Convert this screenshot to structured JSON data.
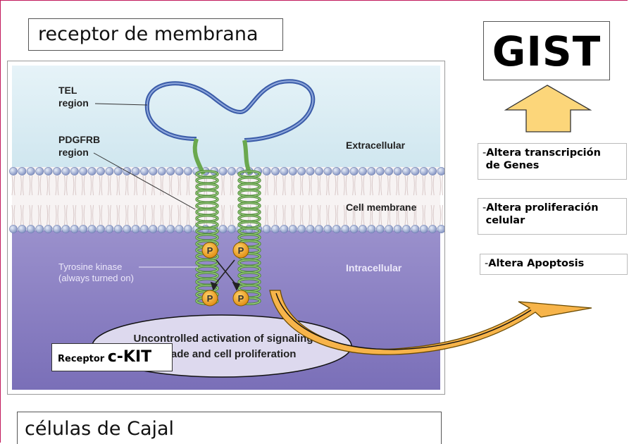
{
  "title": "receptor de membrana",
  "bottom_label": "células de Cajal",
  "gist_label": "GIST",
  "effects": [
    {
      "prefix": "-",
      "text": "Altera transcripción",
      "line2": "de Genes"
    },
    {
      "prefix": "-",
      "text": "Altera proliferación",
      "line2": "celular"
    },
    {
      "prefix": "-",
      "text": "Altera Apoptosis"
    }
  ],
  "diagram": {
    "tel_region": [
      "TEL",
      "region"
    ],
    "pdgfrb_region": [
      "PDGFRB",
      "region"
    ],
    "extracellular": "Extracellular",
    "cell_membrane": "Cell membrane",
    "intracellular": "Intracellular",
    "tyrosine_kinase": [
      "Tyrosine kinase",
      "(always turned on)"
    ],
    "phosphate": "P",
    "ellipse_text": [
      "Uncontrolled activation of signaling",
      "cascade and cell proliferation"
    ]
  },
  "receptor_label": {
    "small": "Receptor ",
    "big": "c-KIT"
  },
  "colors": {
    "frame": "#c2185b",
    "extracellular_bg": "#d8ecf3",
    "intracellular_bg": "#8a7fc4",
    "arrow_fill": "#f7b44a",
    "loop_blue": "#3a5ba8",
    "coil_green": "#6aa84f"
  }
}
